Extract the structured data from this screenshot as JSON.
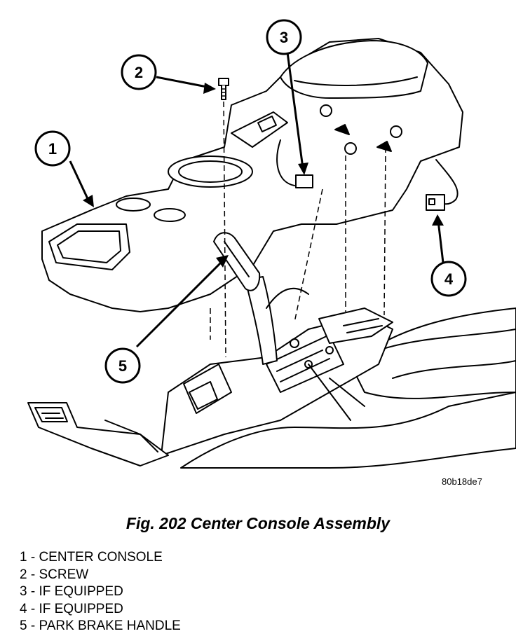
{
  "figure": {
    "caption": "Fig. 202 Center Console Assembly",
    "image_code": "80b18de7"
  },
  "callouts": [
    "1",
    "2",
    "3",
    "4",
    "5"
  ],
  "legend": [
    "1 - CENTER CONSOLE",
    "2 - SCREW",
    "3 - IF EQUIPPED",
    "4 - IF EQUIPPED",
    "5 - PARK BRAKE HANDLE"
  ]
}
